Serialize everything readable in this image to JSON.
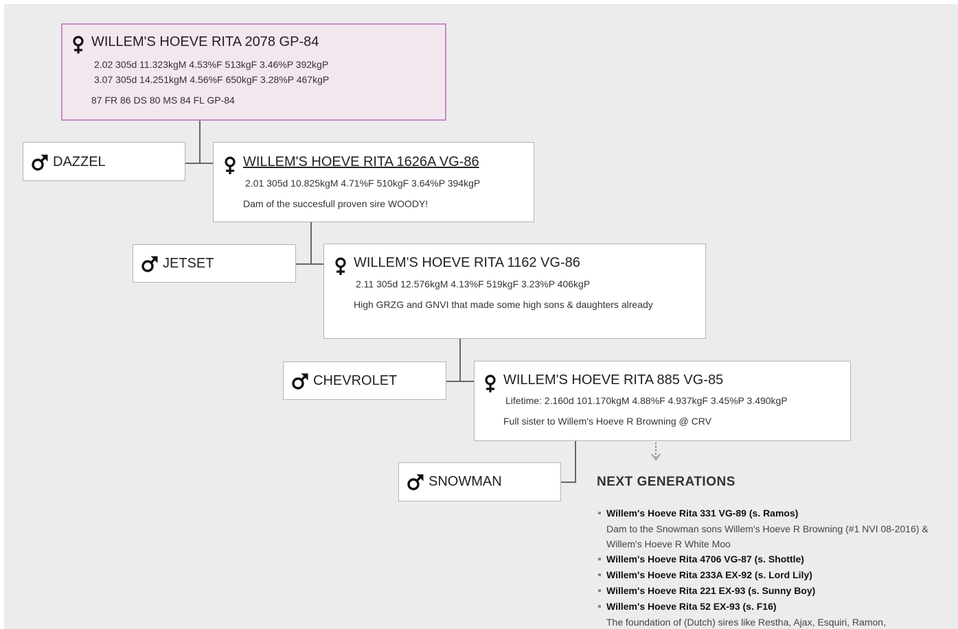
{
  "pedigree": {
    "generation1": {
      "name": "WILLEM'S HOEVE RITA 2078 GP-84",
      "stats1": "2.02 305d 11.323kgM 4.53%F  513kgF 3.46%P 392kgP",
      "stats2": "3.07 305d 14.251kgM 4.56%F 650kgF 3.28%P 467kgP",
      "scores": "87 FR  86 DS  80 MS  84 FL  GP-84",
      "sire": "DAZZEL"
    },
    "generation2": {
      "name": "WILLEM'S HOEVE RITA 1626A VG-86",
      "stats": "2.01 305d 10.825kgM 4.71%F 510kgF 3.64%P 394kgP",
      "note": "Dam of the succesfull proven sire WOODY!",
      "sire": "JETSET"
    },
    "generation3": {
      "name": "WILLEM'S HOEVE RITA 1162 VG-86",
      "stats": "2.11 305d 12.576kgM 4.13%F 519kgF 3.23%P 406kgP",
      "note": "High GRZG and GNVI that made some high sons & daughters already",
      "sire": "CHEVROLET"
    },
    "generation4": {
      "name": "WILLEM'S HOEVE RITA 885 VG-85",
      "stats": "Lifetime: 2.160d 101.170kgM 4.88%F 4.937kgF 3.45%P 3.490kgP",
      "note": "Full sister to Willem's Hoeve R Browning @ CRV",
      "sire": "SNOWMAN"
    }
  },
  "next_generations": {
    "title": "NEXT GENERATIONS",
    "items": [
      {
        "name": "Willem's Hoeve Rita 331 VG-89 (s. Ramos)",
        "desc": "Dam to the Snowman sons Willem's Hoeve R Browning (#1 NVI 08-2016) & Willem's Hoeve R White Moo"
      },
      {
        "name": "Willem's Hoeve Rita 4706 VG-87 (s. Shottle)",
        "desc": ""
      },
      {
        "name": "Willem's Hoeve Rita 233A EX-92 (s. Lord Lily)",
        "desc": ""
      },
      {
        "name": "Willem's Hoeve Rita 221 EX-93 (s. Sunny Boy)",
        "desc": ""
      },
      {
        "name": "Willem's Hoeve Rita 52 EX-93 (s. F16)",
        "desc": "The foundation of (Dutch) sires like Restha, Ajax, Esquiri, Ramon,"
      }
    ]
  },
  "icons": {
    "female": "female-icon",
    "male": "male-icon",
    "arrow": "dashed-arrow-down-icon"
  }
}
